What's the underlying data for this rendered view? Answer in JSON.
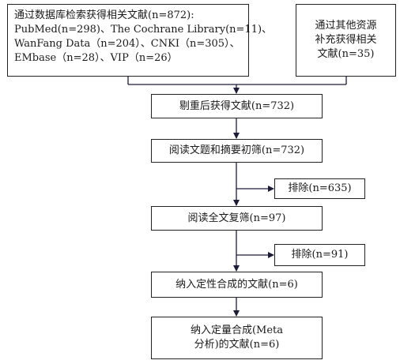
{
  "boxes": {
    "database_search": {
      "lines": [
        "通过数据库检索获得相关文献(n=872):",
        "PubMed(n=298)、The Cochrane Library(n=11)、",
        "WanFang Data（n=204）、CNKI（n=305）、",
        "EMbase（n=28）、VIP（n=26）"
      ]
    },
    "other_sources": {
      "lines": [
        "通过其他资源",
        "补充获得相关",
        "文献(n=35)"
      ]
    },
    "after_dedup": {
      "label": "剔重后获得文献(n=732)"
    },
    "title_abstract_screen": {
      "label": "阅读文题和摘要初筛(n=732)"
    },
    "excluded_1": {
      "label": "排除(n=635)"
    },
    "fulltext_review": {
      "label": "阅读全文复筛(n=97)"
    },
    "excluded_2": {
      "label": "排除(n=91)"
    },
    "qualitative_synthesis": {
      "label": "纳入定性合成的文献(n=6)"
    },
    "meta_analysis": {
      "lines": [
        "纳入定量合成(Meta",
        "分析)的文献(n=6)"
      ]
    }
  },
  "colors": {
    "line": "#1c1b3a",
    "border": "#222222"
  }
}
